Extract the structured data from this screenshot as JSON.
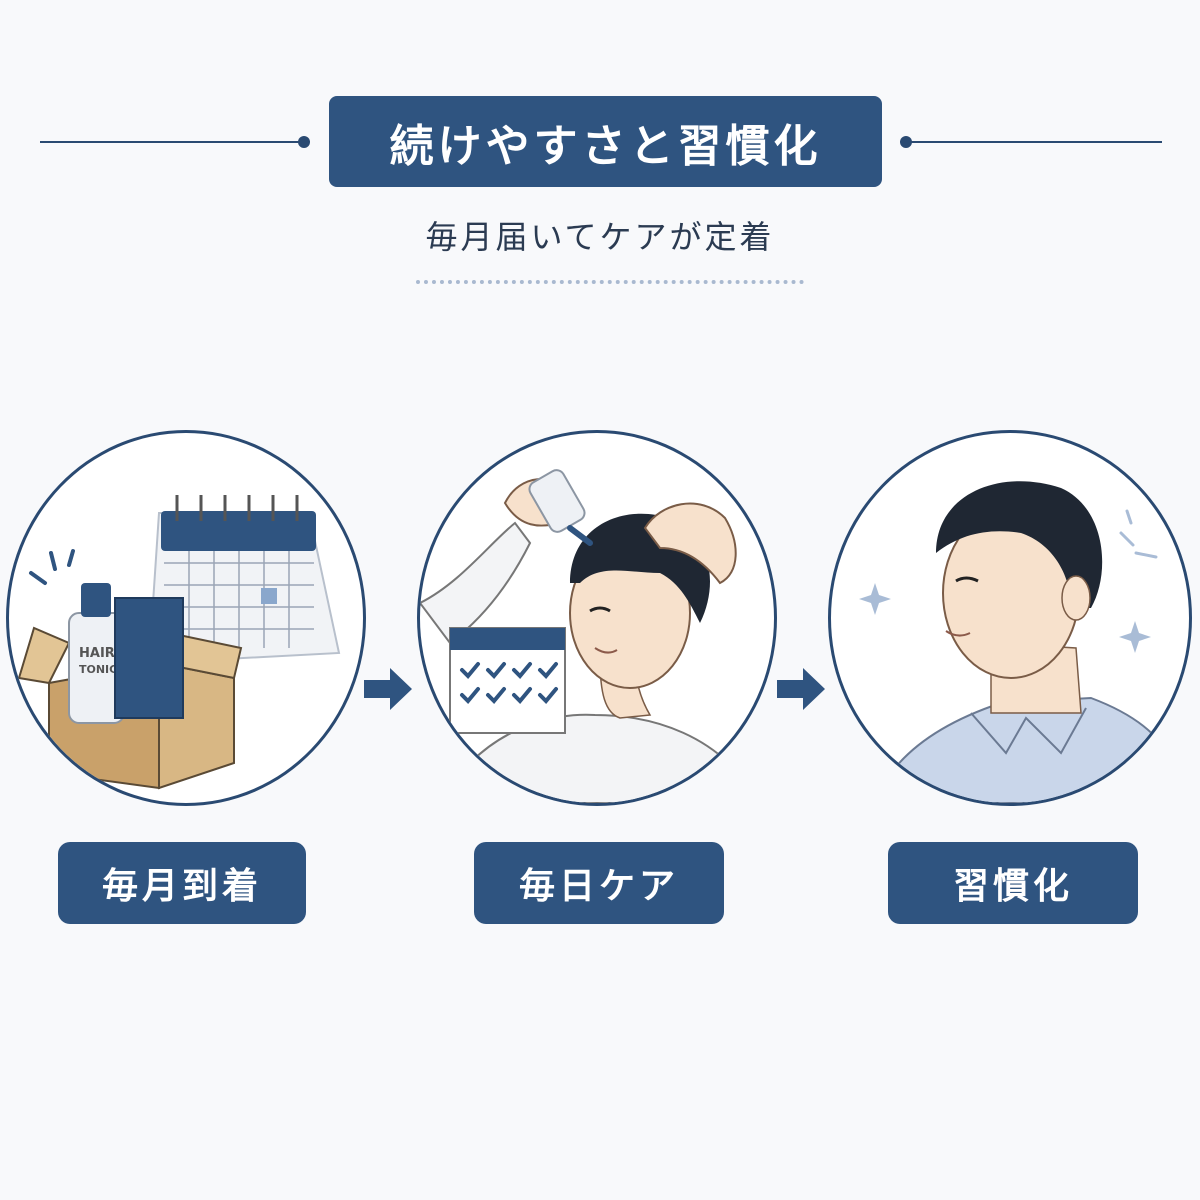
{
  "header": {
    "title": "続けやすさと習慣化",
    "subtitle": "毎月届いてケアが定着"
  },
  "steps": [
    {
      "label": "毎月到着",
      "illustration_text": [
        "HAIR",
        "TONIC"
      ]
    },
    {
      "label": "毎日ケア"
    },
    {
      "label": "習慣化"
    }
  ],
  "colors": {
    "navy": "#2f5480",
    "line": "#2a4a72",
    "background": "#f8f9fb",
    "calendar_highlight": "#8aa7cc",
    "box": "#d2b17f",
    "shirt": "#c9d6ea"
  }
}
